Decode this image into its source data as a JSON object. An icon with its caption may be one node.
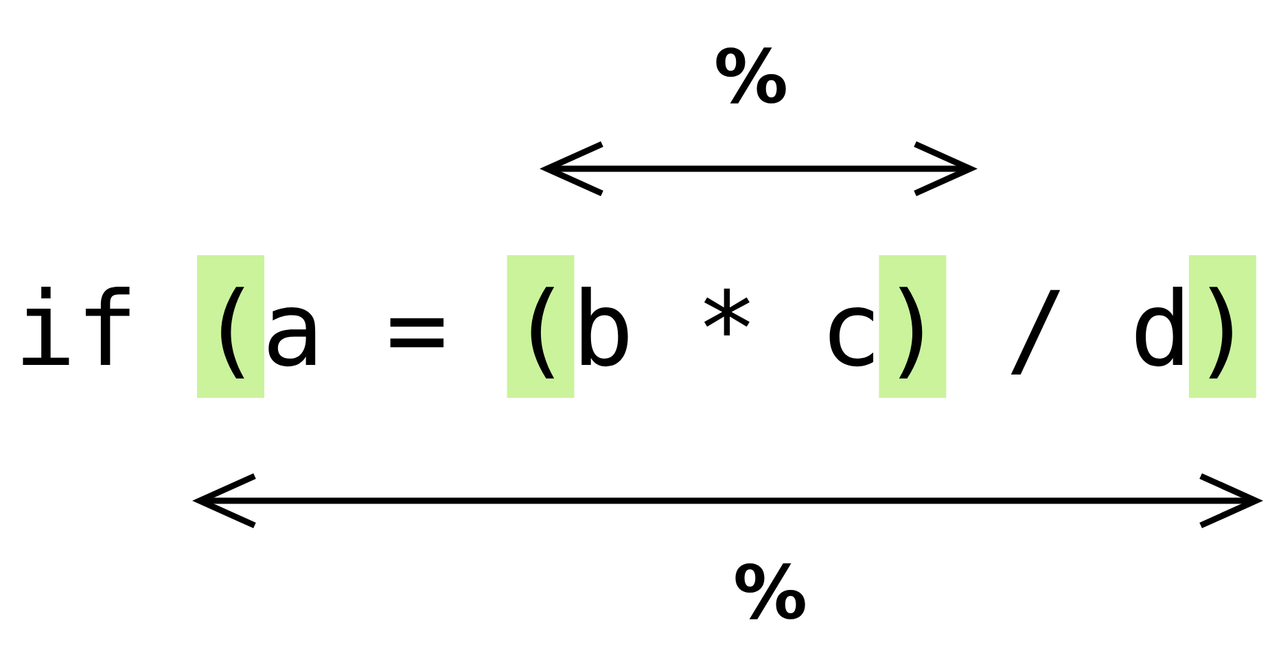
{
  "diagram": {
    "nodes": [
      {
        "text": [
          "("
        ]
      },
      {
        "text": [
          "("
        ]
      },
      {
        "text": [
          ")"
        ]
      },
      {
        "text": [
          ")"
        ]
      }
    ],
    "labels": [
      "%",
      "if",
      "a =",
      "b * c",
      "/ d",
      "%"
    ]
  }
}
